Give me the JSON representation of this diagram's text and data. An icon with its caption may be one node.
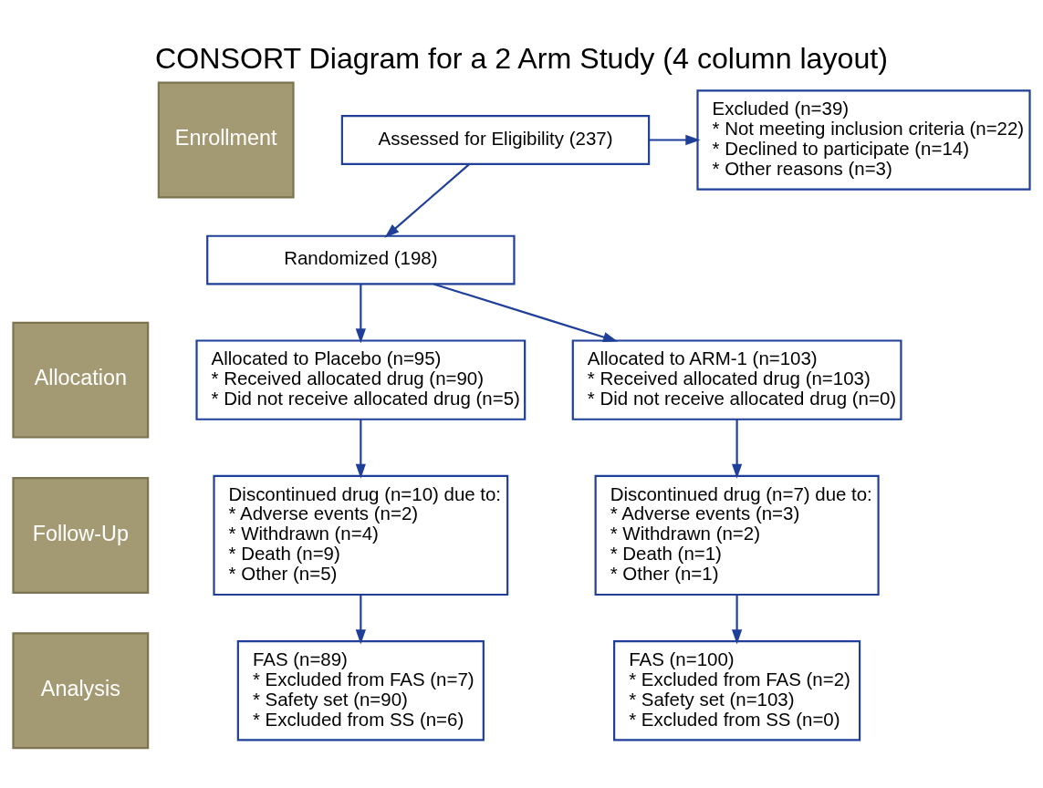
{
  "diagram": {
    "title": "CONSORT Diagram for a 2 Arm Study (4 column layout)",
    "nodes": [
      {
        "text": [
          "Enrollment"
        ]
      },
      {
        "text": [
          "Assessed for Eligibility (237)"
        ]
      },
      {
        "text": [
          "Excluded (n=39)",
          "* Not meeting inclusion criteria (n=22)",
          "* Declined to participate (n=14)",
          "* Other reasons (n=3)"
        ]
      },
      {
        "text": [
          "Randomized (198)"
        ]
      },
      {
        "text": [
          "Allocation"
        ]
      },
      {
        "text": [
          "Allocated to Placebo (n=95)",
          "* Received allocated drug (n=90)",
          "* Did not receive allocated drug (n=5)"
        ]
      },
      {
        "text": [
          "Allocated to ARM-1 (n=103)",
          "* Received allocated drug (n=103)",
          "* Did not receive allocated drug (n=0)"
        ]
      },
      {
        "text": [
          "Follow-Up"
        ]
      },
      {
        "text": [
          "Discontinued drug (n=10) due to:",
          "* Adverse events (n=2)",
          "* Withdrawn (n=4)",
          "* Death (n=9)",
          "* Other (n=5)"
        ]
      },
      {
        "text": [
          "Discontinued drug (n=7) due to:",
          "* Adverse events (n=3)",
          "* Withdrawn (n=2)",
          "* Death (n=1)",
          "* Other (n=1)"
        ]
      },
      {
        "text": [
          "Analysis"
        ]
      },
      {
        "text": [
          "FAS (n=89)",
          "* Excluded from FAS (n=7)",
          "* Safety set (n=90)",
          "* Excluded from SS (n=6)"
        ]
      },
      {
        "text": [
          "FAS (n=100)",
          "* Excluded from FAS (n=2)",
          "* Safety set (n=103)",
          "* Excluded from SS (n=0)"
        ]
      }
    ],
    "edges": [
      {
        "from": 1,
        "to": 3,
        "arrow": "to"
      },
      {
        "from": 1,
        "to": 2,
        "arrow": "to"
      },
      {
        "from": 3,
        "to": 5,
        "arrow": "to"
      },
      {
        "from": 3,
        "to": 6,
        "arrow": "to"
      },
      {
        "from": 5,
        "to": 8,
        "arrow": "to"
      },
      {
        "from": 6,
        "to": 9,
        "arrow": "to"
      },
      {
        "from": 8,
        "to": 11,
        "arrow": "to"
      },
      {
        "from": 9,
        "to": 12,
        "arrow": "to"
      }
    ]
  }
}
